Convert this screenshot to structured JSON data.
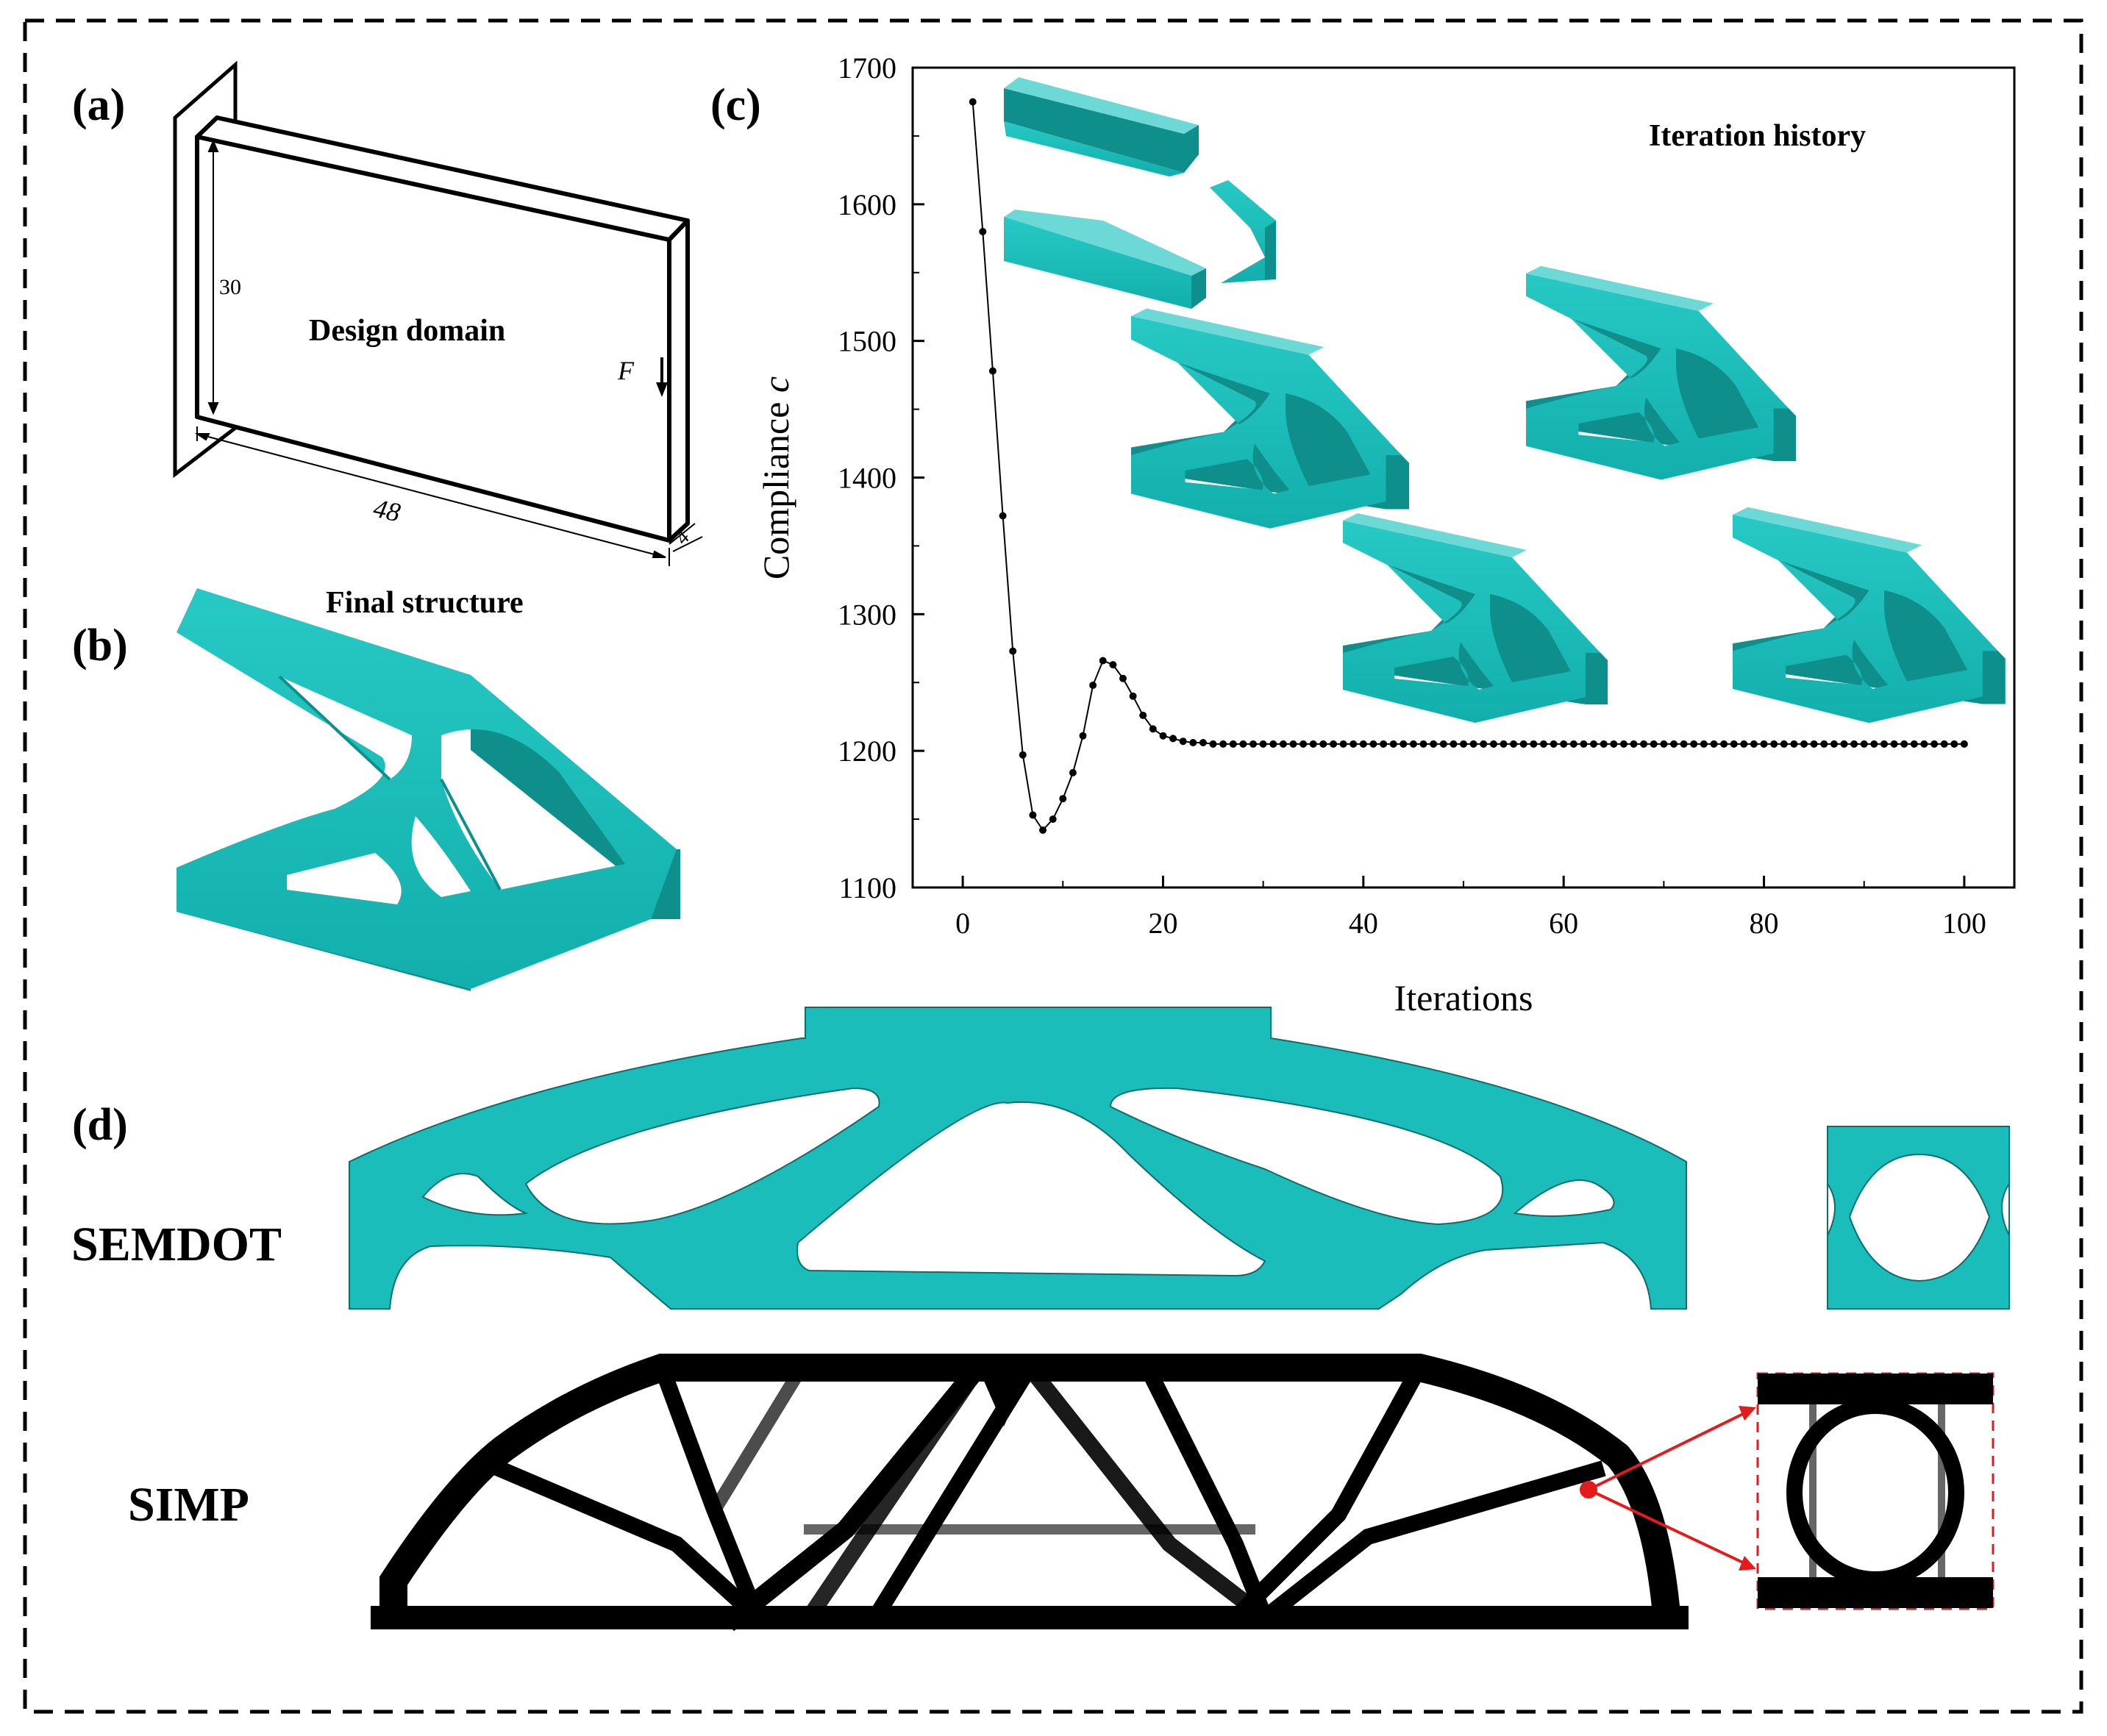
{
  "panels": {
    "a": {
      "letter": "(a)",
      "title": "Design domain",
      "dim_height": "30",
      "dim_length": "48",
      "dim_thickness": "4",
      "load_label": "F"
    },
    "b": {
      "letter": "(b)",
      "title": "Final structure"
    },
    "c": {
      "letter": "(c)",
      "title": "Iteration history"
    },
    "d": {
      "letter": "(d)",
      "method_1": "SEMDOT",
      "method_2": "SIMP"
    }
  },
  "colors": {
    "structure": "#1ABDBA",
    "structure_dark": "#0E8F8C",
    "structure_light": "#6CD9D6",
    "simp": "#000000",
    "highlight": "#E41A1C"
  },
  "chart_data": {
    "type": "line",
    "title": "",
    "xlabel": "Iterations",
    "ylabel_prefix": "Compliance ",
    "ylabel_symbol": "c",
    "xlim": [
      -5,
      105
    ],
    "ylim": [
      1100,
      1700
    ],
    "xticks": [
      0,
      20,
      40,
      60,
      80,
      100
    ],
    "yticks": [
      1100,
      1200,
      1300,
      1400,
      1500,
      1600,
      1700
    ],
    "marker": "dot",
    "x": [
      1,
      2,
      3,
      4,
      5,
      6,
      7,
      8,
      9,
      10,
      11,
      12,
      13,
      14,
      15,
      16,
      17,
      18,
      19,
      20,
      21,
      22,
      23,
      24,
      25,
      26,
      27,
      28,
      29,
      30,
      31,
      32,
      33,
      34,
      35,
      36,
      37,
      38,
      39,
      40,
      41,
      42,
      43,
      44,
      45,
      46,
      47,
      48,
      49,
      50,
      51,
      52,
      53,
      54,
      55,
      56,
      57,
      58,
      59,
      60,
      61,
      62,
      63,
      64,
      65,
      66,
      67,
      68,
      69,
      70,
      71,
      72,
      73,
      74,
      75,
      76,
      77,
      78,
      79,
      80,
      81,
      82,
      83,
      84,
      85,
      86,
      87,
      88,
      89,
      90,
      91,
      92,
      93,
      94,
      95,
      96,
      97,
      98,
      99,
      100
    ],
    "y": [
      1675,
      1580,
      1478,
      1372,
      1273,
      1197,
      1153,
      1142,
      1150,
      1165,
      1184,
      1211,
      1248,
      1266,
      1263,
      1253,
      1240,
      1226,
      1216,
      1211,
      1209,
      1207,
      1206,
      1206,
      1205,
      1205,
      1205,
      1205,
      1205,
      1205,
      1205,
      1205,
      1205,
      1205,
      1205,
      1205,
      1205,
      1205,
      1205,
      1205,
      1205,
      1205,
      1205,
      1205,
      1205,
      1205,
      1205,
      1205,
      1205,
      1205,
      1205,
      1205,
      1205,
      1205,
      1205,
      1205,
      1205,
      1205,
      1205,
      1205,
      1205,
      1205,
      1205,
      1205,
      1205,
      1205,
      1205,
      1205,
      1205,
      1205,
      1205,
      1205,
      1205,
      1205,
      1205,
      1205,
      1205,
      1205,
      1205,
      1205,
      1205,
      1205,
      1205,
      1205,
      1205,
      1205,
      1205,
      1205,
      1205,
      1205,
      1205,
      1205,
      1205,
      1205,
      1205,
      1205,
      1205,
      1205,
      1205,
      1205
    ]
  }
}
